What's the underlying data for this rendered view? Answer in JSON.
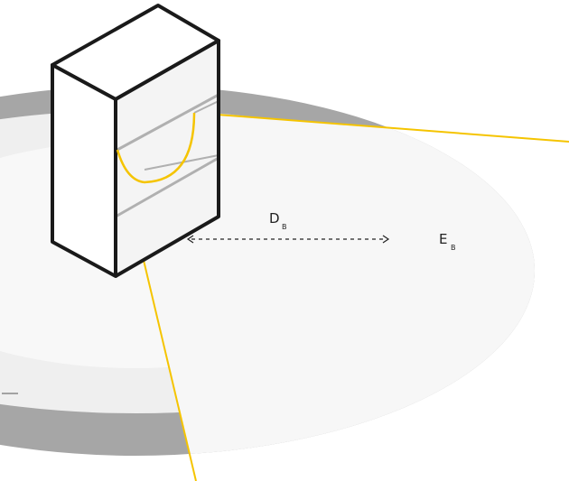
{
  "labels": {
    "distance": {
      "main": "D",
      "sub": "B"
    },
    "zone": {
      "main": "E",
      "sub": "B"
    }
  },
  "colors": {
    "outer_ring": "#a6a6a6",
    "middle_ring": "#efefef",
    "inner_disc": "#f8f8f8",
    "light_cone": "#f7f7f7",
    "cone_edge": "#f5c400",
    "cabinet_stroke": "#1a1a1a",
    "shelf_stroke": "#b0b0b0"
  }
}
